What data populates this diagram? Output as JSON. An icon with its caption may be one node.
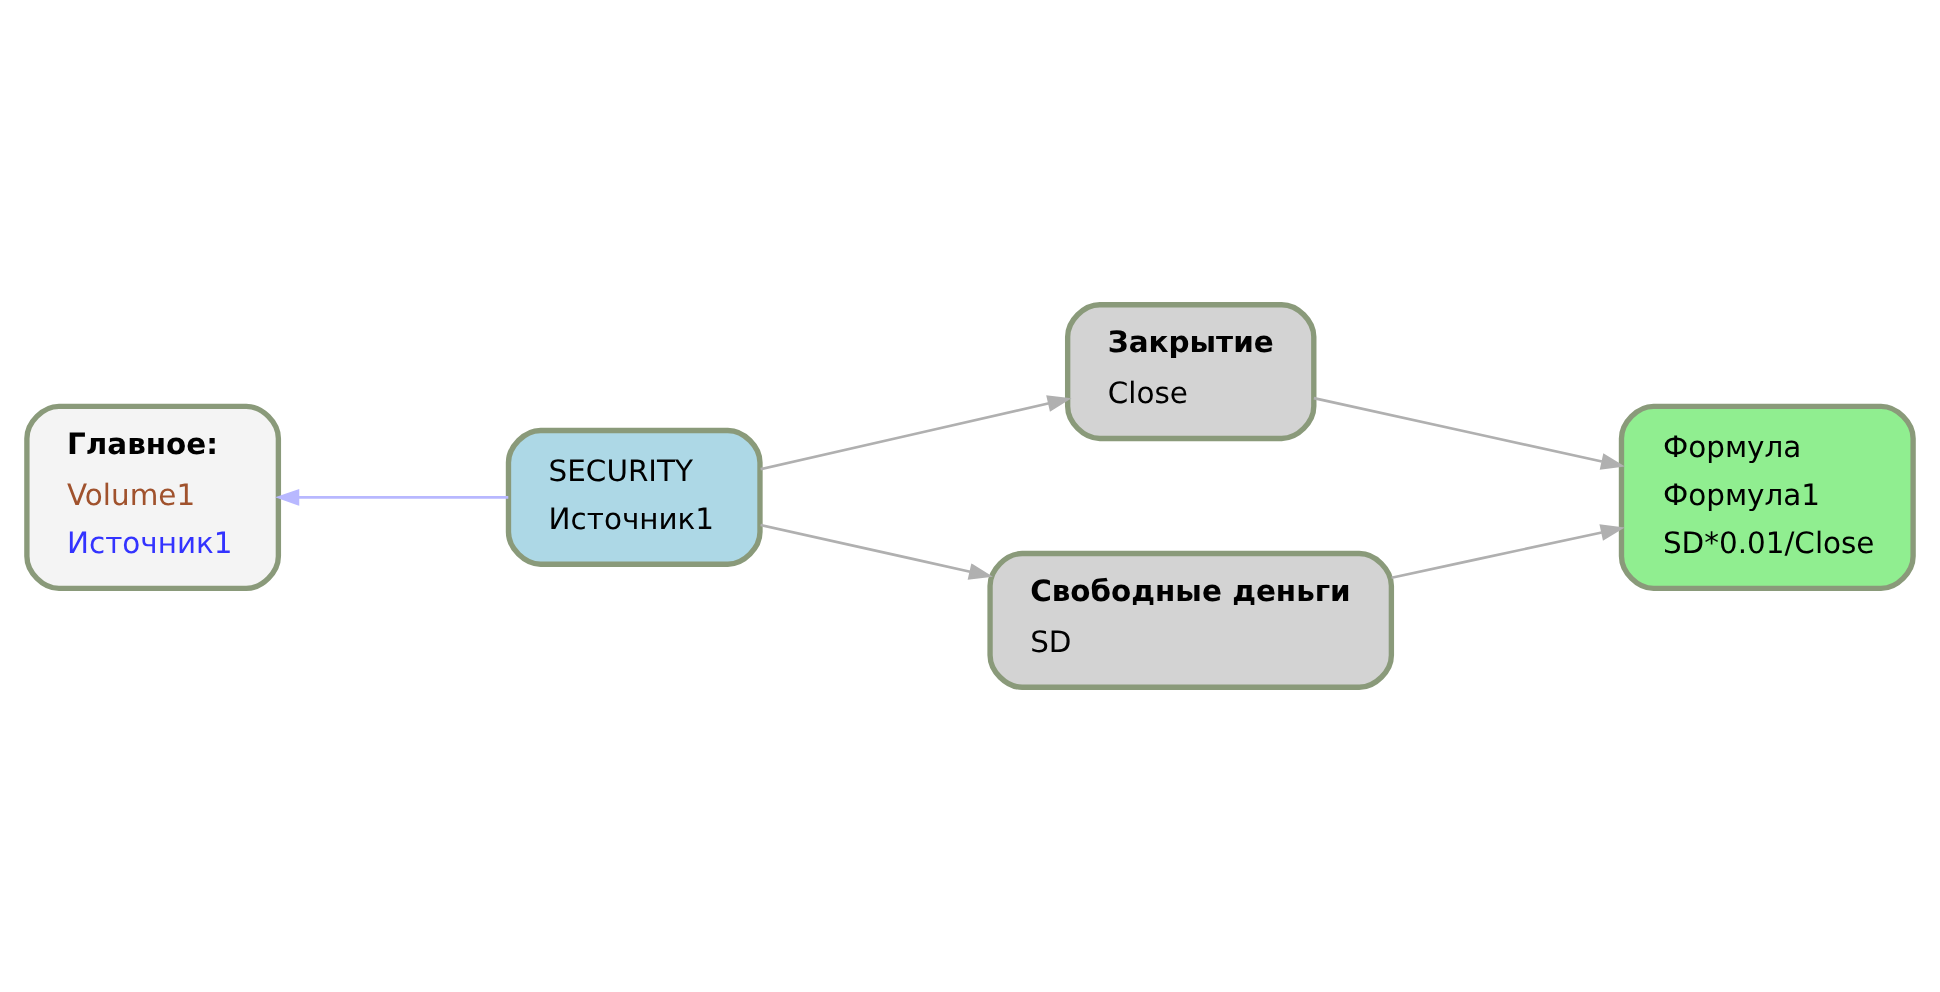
{
  "diagram": {
    "nodes": [
      {
        "text": [
          "SECURITY",
          "Источник1"
        ]
      },
      {
        "text": [
          "Закрытие",
          "Close"
        ]
      },
      {
        "text": [
          "Главное:",
          "Volume1",
          "Источник1"
        ]
      },
      {
        "text": [
          "Формула",
          "Формула1",
          "SD*0.01/Close"
        ]
      },
      {
        "text": [
          "Свободные деньги",
          "SD"
        ]
      }
    ],
    "edges": [
      {
        "from": 0,
        "to": 1,
        "arrow": "to"
      },
      {
        "from": 0,
        "to": 4,
        "arrow": "to"
      },
      {
        "from": 0,
        "to": 2,
        "arrow": "to",
        "color": "#b8b8ff"
      },
      {
        "from": 1,
        "to": 3,
        "arrow": "to"
      },
      {
        "from": 4,
        "to": 3,
        "arrow": "to"
      }
    ]
  }
}
